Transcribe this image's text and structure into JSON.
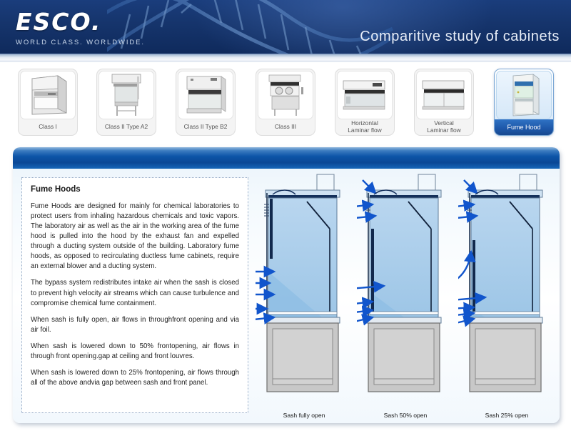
{
  "header": {
    "logo_word": "ESCO.",
    "logo_tagline": "WORLD CLASS. WORLDWIDE.",
    "title": "Comparitive study of cabinets",
    "brand_dark": "#0f2a5c",
    "brand_blue": "#0d55a8"
  },
  "tabs": [
    {
      "label": "Class I",
      "selected": false,
      "icon": "cabinet-thumbnail-icon"
    },
    {
      "label": "Class II Type A2",
      "selected": false,
      "icon": "cabinet-thumbnail-icon"
    },
    {
      "label": "Class II Type B2",
      "selected": false,
      "icon": "cabinet-thumbnail-icon"
    },
    {
      "label": "Class III",
      "selected": false,
      "icon": "cabinet-thumbnail-icon"
    },
    {
      "label": "Horizontal\nLaminar flow",
      "line1": "Horizontal",
      "line2": "Laminar flow",
      "selected": false,
      "icon": "cabinet-thumbnail-icon"
    },
    {
      "label": "Vertical\nLaminar flow",
      "line1": "Vertical",
      "line2": "Laminar flow",
      "selected": false,
      "icon": "cabinet-thumbnail-icon"
    },
    {
      "label": "Fume Hood",
      "selected": true,
      "icon": "fume-hood-thumbnail-icon"
    }
  ],
  "content": {
    "heading": "Fume Hoods",
    "paragraphs": [
      "Fume Hoods are designed for mainly for chemical laboratories to protect users from inhaling hazardous chemicals and toxic vapors. The laboratory air as well as the air in the working area of the fume hood is pulled into the hood by the exhaust fan and expelled through a ducting system outside of the building. Laboratory fume hoods, as opposed to recirculating ductless fume cabinets, require an external blower and a ducting system.",
      "The bypass system redistributes intake air when the sash is closed to prevent high velocity air streams which can cause turbulence and compromise chemical fume containment.",
      "When sash is fully open, air flows in throughfront opening and via air foil.",
      "When sash is lowered down to 50% frontopening, air flows in through front opening.gap at ceiling and front louvres.",
      "When sash is lowered down to 25% frontopening, air flows through all of the above andvia gap between sash and front panel."
    ]
  },
  "diagrams": [
    {
      "caption": "Sash  fully open",
      "sash_percent": 100
    },
    {
      "caption": "Sash 50% open",
      "sash_percent": 50
    },
    {
      "caption": "Sash 25% open",
      "sash_percent": 25
    }
  ],
  "colors": {
    "arrow_blue": "#1155cc",
    "glass_blue": "#a8cbe8",
    "base_gray": "#c8c8c8",
    "panel_border": "#7ba7d4"
  }
}
